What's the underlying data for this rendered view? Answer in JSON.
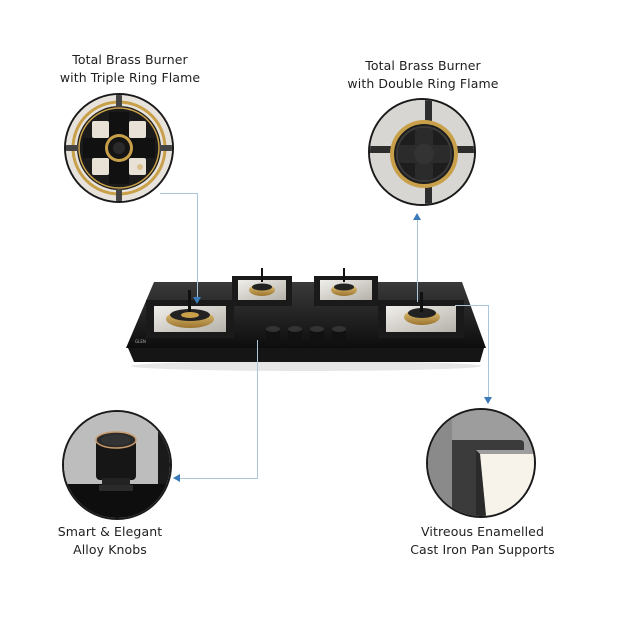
{
  "features": [
    {
      "id": "triple-ring",
      "lines": [
        "Total Brass Burner",
        "with Triple Ring Flame"
      ]
    },
    {
      "id": "double-ring",
      "lines": [
        "Total Brass Burner",
        "with Double Ring Flame"
      ]
    },
    {
      "id": "knobs",
      "lines": [
        "Smart & Elegant",
        "Alloy Knobs"
      ]
    },
    {
      "id": "pan-supports",
      "lines": [
        "Vitreous Enamelled",
        "Cast Iron Pan Supports"
      ]
    }
  ],
  "product": {
    "brand_mark": "GLEN",
    "burners": 4,
    "knobs": 4
  },
  "colors": {
    "connector": "#a9c6dc",
    "arrow": "#3a7ab8",
    "brass": "#c9a04a",
    "glass": "#141414"
  }
}
